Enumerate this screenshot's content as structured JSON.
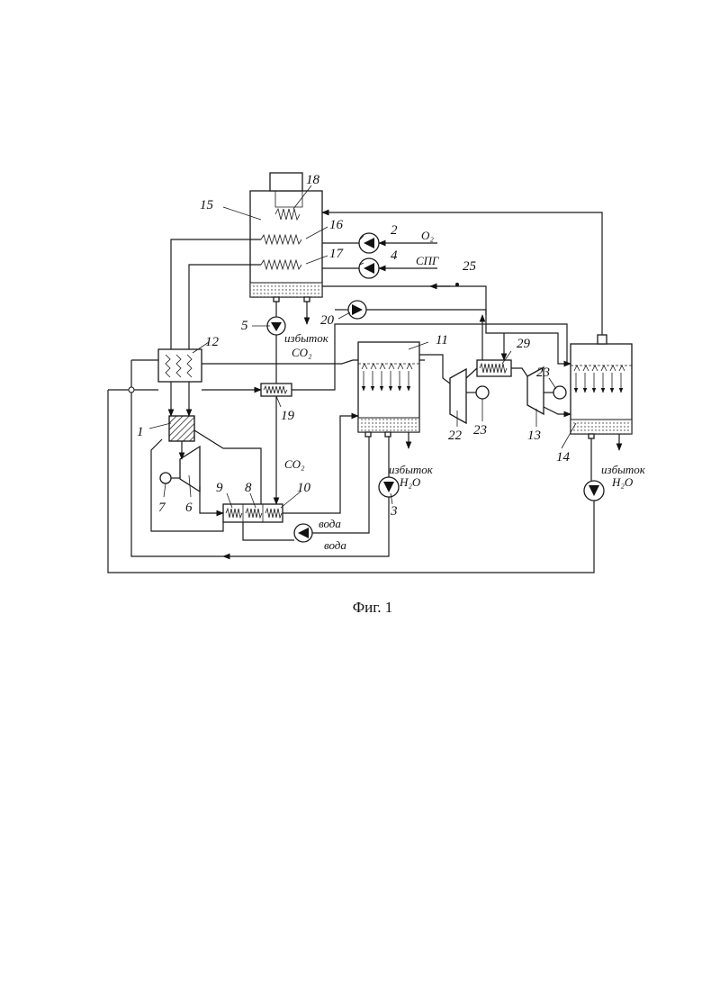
{
  "caption": "Фиг. 1",
  "component_numbers": {
    "n1": "1",
    "n2": "2",
    "n3": "3",
    "n4": "4",
    "n5": "5",
    "n6": "6",
    "n7": "7",
    "n8": "8",
    "n9": "9",
    "n10": "10",
    "n11": "11",
    "n12": "12",
    "n13": "13",
    "n14": "14",
    "n15": "15",
    "n16": "16",
    "n17": "17",
    "n18": "18",
    "n19": "19",
    "n20": "20",
    "n22": "22",
    "n23a": "23",
    "n23b": "23",
    "n25": "25",
    "n29": "29"
  },
  "stream_labels": {
    "o2": "O₂",
    "fuel": "СПГ",
    "excess": "избыток",
    "co2": "CO₂",
    "co2_line": "CO₂",
    "excess_water_1": "избыток",
    "h2o_1": "H₂O",
    "excess_water_2": "избыток",
    "h2o_2": "H₂O",
    "water_1": "вода",
    "water_2": "вода"
  }
}
